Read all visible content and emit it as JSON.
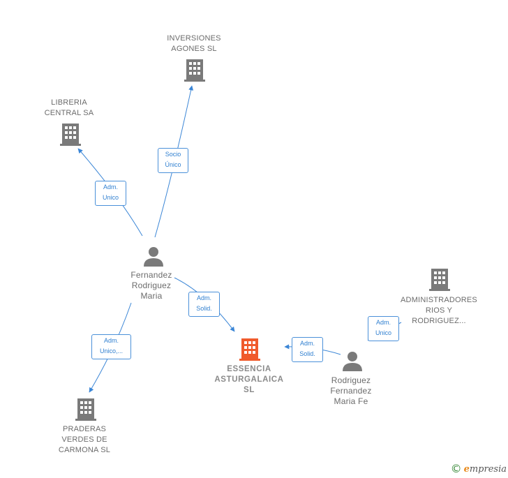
{
  "nodes": {
    "inversiones": {
      "lines": [
        "INVERSIONES",
        "AGONES SL"
      ]
    },
    "libreria": {
      "lines": [
        "LIBRERIA",
        "CENTRAL SA"
      ]
    },
    "fernandez": {
      "lines": [
        "Fernandez",
        "Rodriguez",
        "Maria"
      ]
    },
    "essencia": {
      "lines": [
        "ESSENCIA",
        "ASTURGALAICA",
        "SL"
      ]
    },
    "administradores": {
      "lines": [
        "ADMINISTRADORES",
        "RIOS Y",
        "RODRIGUEZ..."
      ]
    },
    "rodriguez": {
      "lines": [
        "Rodriguez",
        "Fernandez",
        "Maria Fe"
      ]
    },
    "praderas": {
      "lines": [
        "PRADERAS",
        "VERDES DE",
        "CARMONA  SL"
      ]
    }
  },
  "relations": {
    "socio_unico": {
      "lines": [
        "Socio",
        "Único"
      ]
    },
    "adm_unico_libreria": {
      "lines": [
        "Adm.",
        "Unico"
      ]
    },
    "adm_solid_fernandez": {
      "lines": [
        "Adm.",
        "Solid."
      ]
    },
    "adm_unico_praderas": {
      "lines": [
        "Adm.",
        "Unico,..."
      ]
    },
    "adm_solid_rodriguez": {
      "lines": [
        "Adm.",
        "Solid."
      ]
    },
    "adm_unico_administradores": {
      "lines": [
        "Adm.",
        "Unico"
      ]
    }
  },
  "colors": {
    "building": "#7a7a7a",
    "building_main": "#f05a2b",
    "person": "#7a7a7a",
    "edge": "#3b86d6"
  },
  "icons": {
    "company": "building-icon",
    "person": "person-icon"
  },
  "watermark": {
    "symbol": "©",
    "brand_initial": "e",
    "brand_rest": "mpresia"
  }
}
